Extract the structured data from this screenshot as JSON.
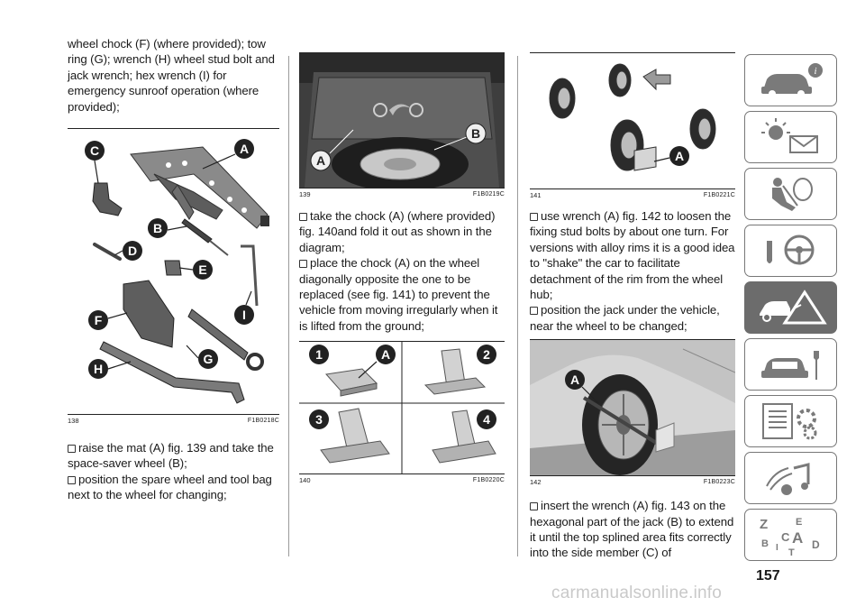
{
  "col1": {
    "intro": "wheel chock (F) (where provided); tow ring (G); wrench (H) wheel stud bolt and jack wrench; hex wrench (I) for emergency sunroof operation (where provided);",
    "fig138": {
      "number": "138",
      "code": "F1B0218C",
      "callouts": [
        "C",
        "A",
        "B",
        "D",
        "E",
        "F",
        "I",
        "G",
        "H"
      ]
    },
    "bullet1": "raise the mat (A) fig. 139 and take the space-saver wheel (B);",
    "bullet2": "position the spare wheel and tool bag next to the wheel for changing;"
  },
  "col2": {
    "fig139": {
      "number": "139",
      "code": "F1B0219C",
      "callouts": [
        "A",
        "B"
      ]
    },
    "bullet1": "take the chock (A) (where provided) fig. 140and fold it out as shown in the diagram;",
    "bullet2": "place the chock (A) on the wheel diagonally opposite the one to be replaced (see fig. 141) to prevent the vehicle from moving irregularly when it is lifted from the ground;",
    "fig140": {
      "number": "140",
      "code": "F1B0220C",
      "callouts": [
        "1",
        "A",
        "2",
        "3",
        "4"
      ]
    }
  },
  "col3": {
    "fig141": {
      "number": "141",
      "code": "F1B0221C",
      "callouts": [
        "A"
      ]
    },
    "bullet1": "use wrench (A) fig. 142 to loosen the fixing stud bolts by about one turn. For versions with alloy rims it is a good idea to \"shake\" the car to facilitate detachment of the rim from the wheel hub;",
    "bullet2": "position the jack under the vehicle, near the wheel to be changed;",
    "fig142": {
      "number": "142",
      "code": "F1B0223C",
      "callouts": [
        "A"
      ]
    },
    "bullet3": "insert the wrench (A) fig. 143 on the hexagonal part of the jack (B) to extend it until the top splined area fits correctly into the side member (C) of"
  },
  "page_number": "157",
  "watermark": "carmanualsonline.info",
  "tabs": [
    {
      "icon": "car-info-icon",
      "active": false
    },
    {
      "icon": "dashboard-lights-icon",
      "active": false
    },
    {
      "icon": "airbag-safety-icon",
      "active": false
    },
    {
      "icon": "steering-wheel-icon",
      "active": false
    },
    {
      "icon": "emergency-warning-icon",
      "active": true
    },
    {
      "icon": "car-maintenance-icon",
      "active": false
    },
    {
      "icon": "technical-data-icon",
      "active": false
    },
    {
      "icon": "multimedia-icon",
      "active": false
    },
    {
      "icon": "alphabetical-index-icon",
      "active": false
    }
  ],
  "colors": {
    "text": "#1a1a1a",
    "tab_border": "#777777",
    "tab_active": "#6c6c6c",
    "callout": "#222222"
  },
  "tab_letters": [
    "Z",
    "E",
    "B",
    "A",
    "I",
    "C",
    "D",
    "T"
  ]
}
